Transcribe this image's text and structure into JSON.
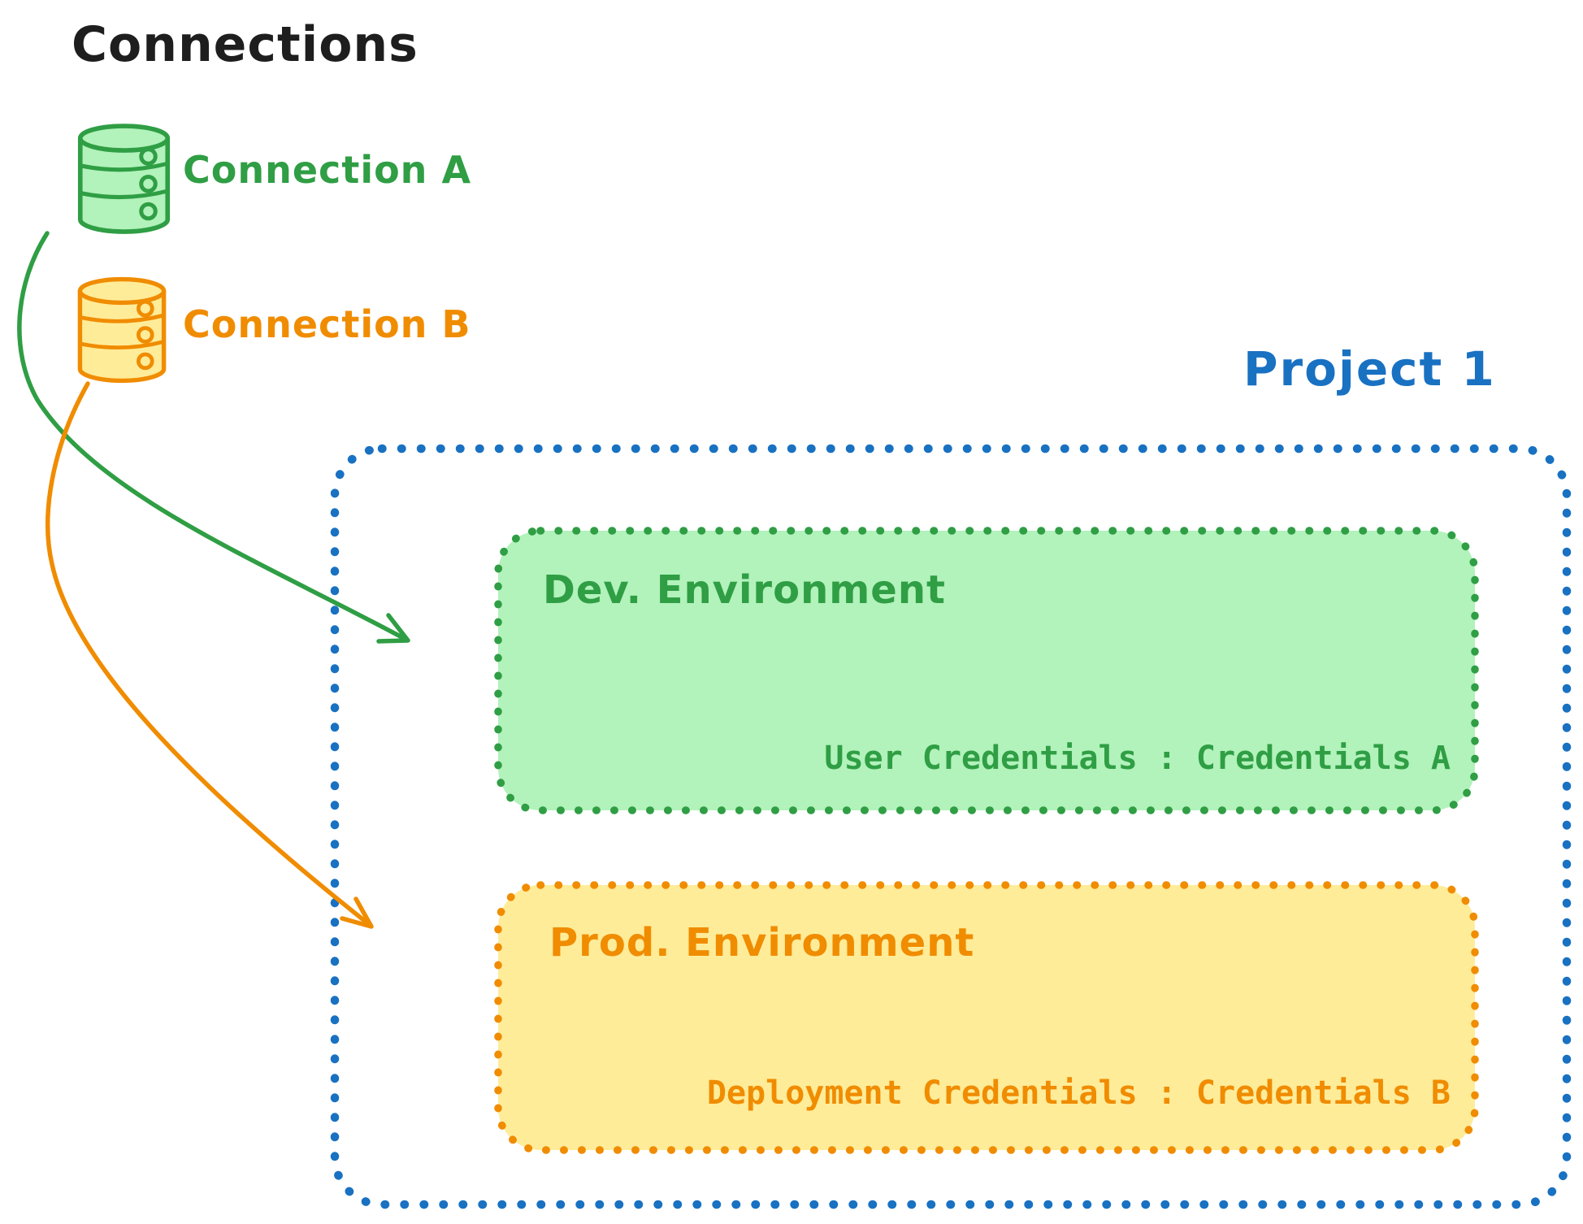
{
  "palette": {
    "ink": "#1e1e1e",
    "blue": "#1971c2",
    "green-stroke": "#2f9e44",
    "green-fill": "#b2f2bb",
    "orange-stroke": "#f08c00",
    "orange-fill": "#ffec99"
  },
  "connections_panel": {
    "title": "Connections",
    "items": [
      {
        "label": "Connection A",
        "icon": "database-icon",
        "color": "#2f9e44"
      },
      {
        "label": "Connection B",
        "icon": "database-icon",
        "color": "#f08c00"
      }
    ]
  },
  "project": {
    "title": "Project 1",
    "border_color": "#1971c2",
    "environments": [
      {
        "name": "Dev. Environment",
        "credentials_label": "User Credentials : Credentials A",
        "stroke": "#2f9e44",
        "fill": "#b2f2bb"
      },
      {
        "name": "Prod. Environment",
        "credentials_label": "Deployment Credentials : Credentials B",
        "stroke": "#f08c00",
        "fill": "#ffec99"
      }
    ]
  },
  "arrows": [
    {
      "from": "Connection A",
      "to": "Dev. Environment",
      "color": "#2f9e44"
    },
    {
      "from": "Connection B",
      "to": "Prod. Environment",
      "color": "#f08c00"
    }
  ]
}
